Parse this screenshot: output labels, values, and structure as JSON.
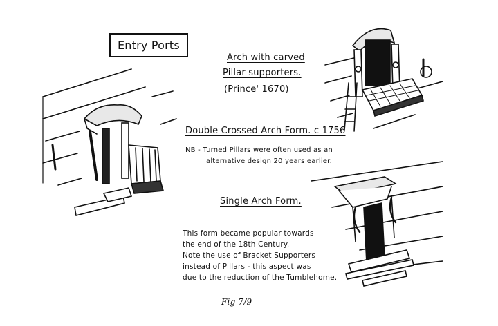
{
  "title": "Entry Ports",
  "labels": {
    "arch_carved_line1": "Arch with carved",
    "arch_carved_line2": "Pillar supporters.",
    "arch_carved_line3": "(Prince' 1670)",
    "double_arch": "Double Crossed Arch Form. c 1756",
    "nb_line1": "NB - Turned Pillars were often used as an",
    "nb_line2": "alternative design 20 years earlier.",
    "single_arch": "Single Arch Form.",
    "note_line1": "This form became popular towards",
    "note_line2": "the end of the 18th Century.",
    "note_line3": "Note the use of Bracket Supporters",
    "note_line4": "instead of Pillars - this aspect was",
    "note_line5": "due to the reduction of the Tumblehome.",
    "fig": "Fig 7/9"
  },
  "colors": {
    "ink": "#111111",
    "paper": "#ffffff"
  }
}
